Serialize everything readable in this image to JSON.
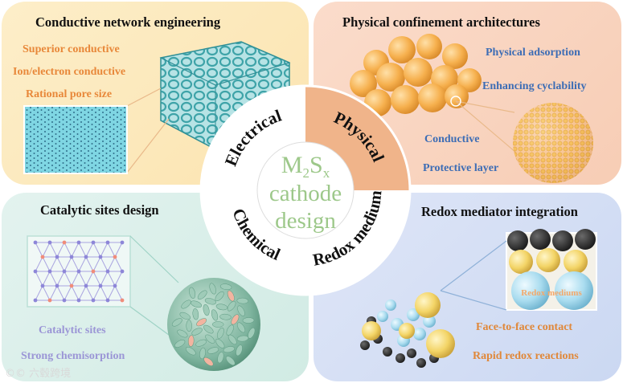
{
  "center": {
    "formula_main": "M",
    "formula_sub1": "2",
    "formula_mid": "S",
    "formula_sub2": "x",
    "line2": "cathode",
    "line3": "design"
  },
  "ring_labels": {
    "top_left": "Electrical",
    "top_right": "Physical",
    "bottom_left": "Chemical",
    "bottom_right": "Redox medium"
  },
  "quadrants": {
    "top_left": {
      "title": "Conductive network engineering",
      "features": [
        "Superior conductive",
        "Ion/electron conductive",
        "Rational pore size"
      ]
    },
    "top_right": {
      "title": "Physical confinement architectures",
      "features": [
        "Physical adsorption",
        "Enhancing cyclability",
        "Conductive",
        "Protective layer"
      ]
    },
    "bottom_left": {
      "title": "Catalytic sites design",
      "features": [
        "Catalytic sites",
        "Strong chemisorption"
      ]
    },
    "bottom_right": {
      "title": "Redox mediator integration",
      "inset_label": "Redox mediums",
      "features": [
        "Face-to-face contact",
        "Rapid redox reactions"
      ]
    }
  },
  "watermark": "©© 六毂跨境",
  "colors": {
    "ring_highlight": "#f0b48a",
    "center_text": "#9dc88a",
    "ring_text": "#111111"
  }
}
